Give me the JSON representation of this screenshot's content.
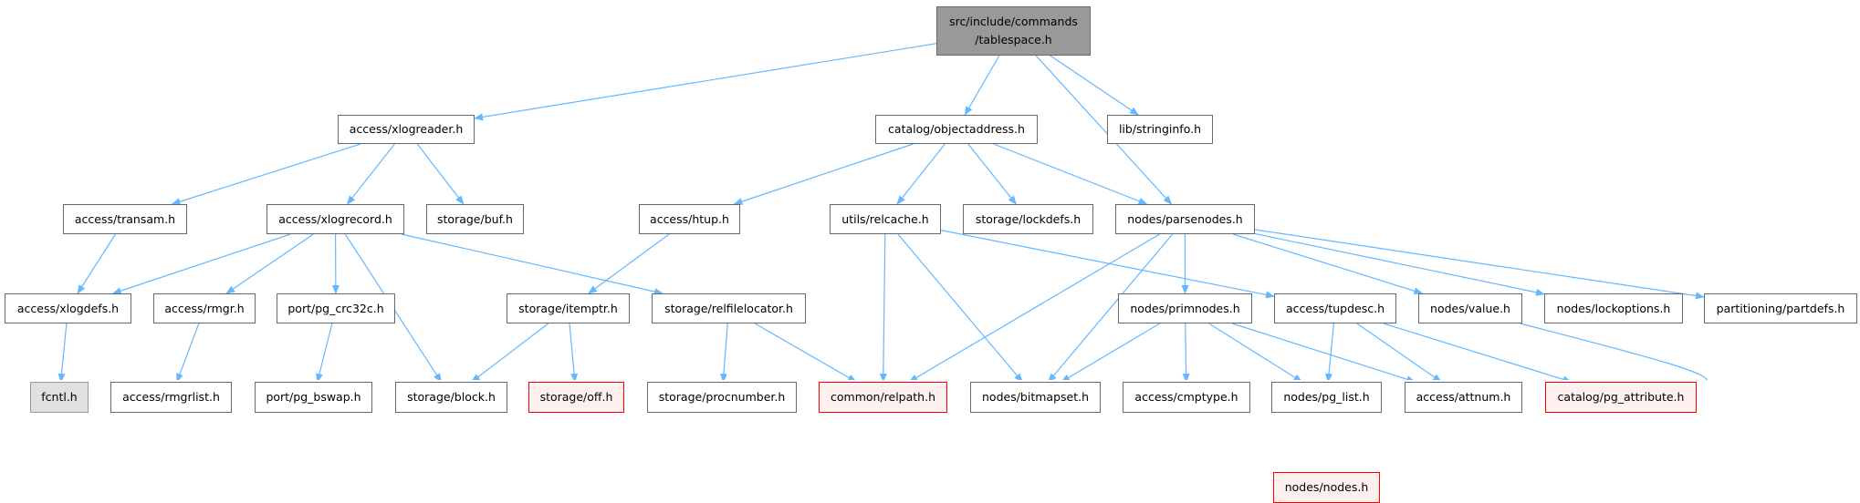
{
  "graph": {
    "colors": {
      "edge": "#63b8ff",
      "border": "#666666",
      "root_fill": "#999999",
      "missing_fill": "#e0e0e0",
      "truncated_fill": "#fff0f0",
      "truncated_border": "#ff0000"
    },
    "nodes": {
      "root": {
        "label": "src/include/commands\n/tablespace.h",
        "kind": "root"
      },
      "xlogreader": {
        "label": "access/xlogreader.h"
      },
      "objectaddress": {
        "label": "catalog/objectaddress.h"
      },
      "stringinfo": {
        "label": "lib/stringinfo.h"
      },
      "transam": {
        "label": "access/transam.h"
      },
      "xlogrecord": {
        "label": "access/xlogrecord.h"
      },
      "buf": {
        "label": "storage/buf.h"
      },
      "htup": {
        "label": "access/htup.h"
      },
      "relcache": {
        "label": "utils/relcache.h"
      },
      "lockdefs": {
        "label": "storage/lockdefs.h"
      },
      "parsenodes": {
        "label": "nodes/parsenodes.h"
      },
      "xlogdefs": {
        "label": "access/xlogdefs.h"
      },
      "rmgr": {
        "label": "access/rmgr.h"
      },
      "pg_crc32c": {
        "label": "port/pg_crc32c.h"
      },
      "itemptr": {
        "label": "storage/itemptr.h"
      },
      "relfilelocator": {
        "label": "storage/relfilelocator.h"
      },
      "primnodes": {
        "label": "nodes/primnodes.h"
      },
      "tupdesc": {
        "label": "access/tupdesc.h"
      },
      "value": {
        "label": "nodes/value.h"
      },
      "lockoptions": {
        "label": "nodes/lockoptions.h"
      },
      "partdefs": {
        "label": "partitioning/partdefs.h"
      },
      "fcntl": {
        "label": "fcntl.h",
        "kind": "missing"
      },
      "rmgrlist": {
        "label": "access/rmgrlist.h"
      },
      "pg_bswap": {
        "label": "port/pg_bswap.h"
      },
      "block": {
        "label": "storage/block.h"
      },
      "off": {
        "label": "storage/off.h",
        "kind": "truncated"
      },
      "procnumber": {
        "label": "storage/procnumber.h"
      },
      "relpath": {
        "label": "common/relpath.h",
        "kind": "truncated"
      },
      "bitmapset": {
        "label": "nodes/bitmapset.h"
      },
      "cmptype": {
        "label": "access/cmptype.h"
      },
      "pg_list": {
        "label": "nodes/pg_list.h"
      },
      "attnum": {
        "label": "access/attnum.h"
      },
      "pg_attribute": {
        "label": "catalog/pg_attribute.h",
        "kind": "truncated"
      },
      "nodes": {
        "label": "nodes/nodes.h",
        "kind": "truncated"
      }
    },
    "edges": [
      [
        "root",
        "xlogreader"
      ],
      [
        "root",
        "objectaddress"
      ],
      [
        "root",
        "parsenodes"
      ],
      [
        "root",
        "stringinfo"
      ],
      [
        "xlogreader",
        "transam"
      ],
      [
        "xlogreader",
        "xlogrecord"
      ],
      [
        "xlogreader",
        "buf"
      ],
      [
        "transam",
        "xlogdefs"
      ],
      [
        "xlogrecord",
        "xlogdefs"
      ],
      [
        "xlogrecord",
        "rmgr"
      ],
      [
        "xlogrecord",
        "pg_crc32c"
      ],
      [
        "xlogrecord",
        "block"
      ],
      [
        "xlogrecord",
        "relfilelocator"
      ],
      [
        "xlogdefs",
        "fcntl"
      ],
      [
        "rmgr",
        "rmgrlist"
      ],
      [
        "pg_crc32c",
        "pg_bswap"
      ],
      [
        "objectaddress",
        "htup"
      ],
      [
        "objectaddress",
        "relcache"
      ],
      [
        "objectaddress",
        "lockdefs"
      ],
      [
        "objectaddress",
        "parsenodes"
      ],
      [
        "htup",
        "itemptr"
      ],
      [
        "itemptr",
        "block"
      ],
      [
        "itemptr",
        "off"
      ],
      [
        "relfilelocator",
        "procnumber"
      ],
      [
        "relfilelocator",
        "relpath"
      ],
      [
        "relcache",
        "relpath"
      ],
      [
        "relcache",
        "bitmapset"
      ],
      [
        "relcache",
        "tupdesc"
      ],
      [
        "parsenodes",
        "relpath"
      ],
      [
        "parsenodes",
        "bitmapset"
      ],
      [
        "parsenodes",
        "primnodes"
      ],
      [
        "parsenodes",
        "value"
      ],
      [
        "parsenodes",
        "lockoptions"
      ],
      [
        "parsenodes",
        "partdefs"
      ],
      [
        "primnodes",
        "bitmapset"
      ],
      [
        "primnodes",
        "cmptype"
      ],
      [
        "primnodes",
        "pg_list"
      ],
      [
        "primnodes",
        "attnum"
      ],
      [
        "tupdesc",
        "pg_list"
      ],
      [
        "tupdesc",
        "attnum"
      ],
      [
        "tupdesc",
        "pg_attribute"
      ],
      [
        "pg_list",
        "nodes"
      ],
      [
        "bitmapset",
        "nodes"
      ],
      [
        "value",
        "nodes"
      ]
    ]
  }
}
